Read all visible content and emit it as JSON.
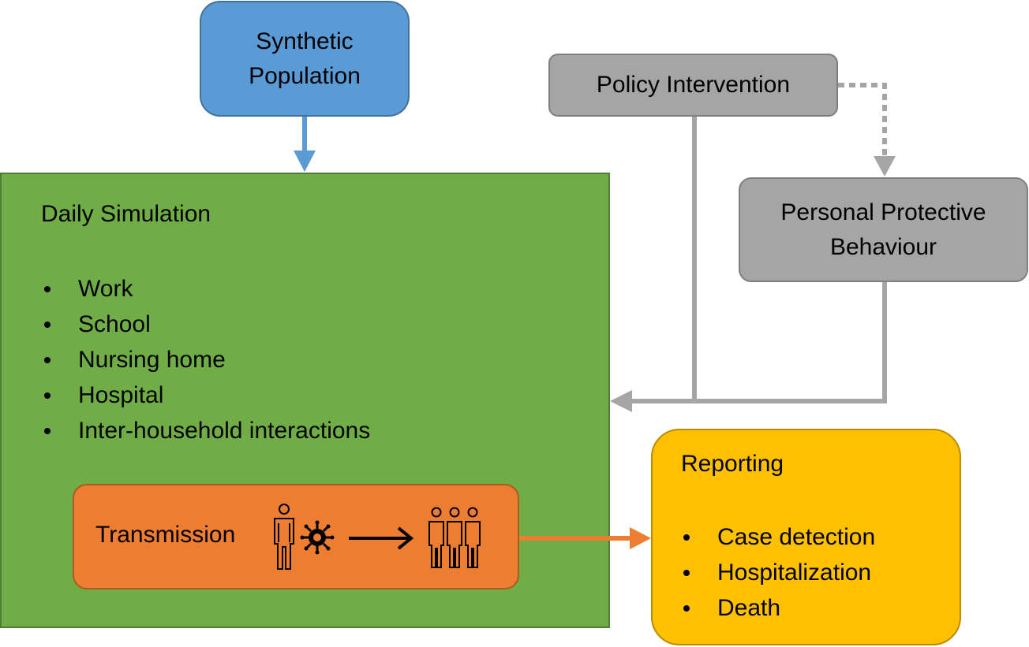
{
  "nodes": {
    "synthetic_population": "Synthetic\nPopulation",
    "policy_intervention": "Policy Intervention",
    "personal_protective_behaviour": "Personal Protective\nBehaviour",
    "daily_simulation": {
      "title": "Daily Simulation",
      "items": [
        "Work",
        "School",
        "Nursing home",
        "Hospital",
        "Inter-household interactions"
      ]
    },
    "transmission": "Transmission",
    "reporting": {
      "title": "Reporting",
      "items": [
        "Case detection",
        "Hospitalization",
        "Death"
      ]
    }
  },
  "colors": {
    "synthetic_population": "#5b9bd5",
    "policy": "#a5a5a5",
    "daily_simulation": "#70ad47",
    "transmission": "#ed7d31",
    "reporting": "#ffc000"
  },
  "icons": [
    "person-icon",
    "virus-icon",
    "arrow-right-icon",
    "group-icon"
  ]
}
